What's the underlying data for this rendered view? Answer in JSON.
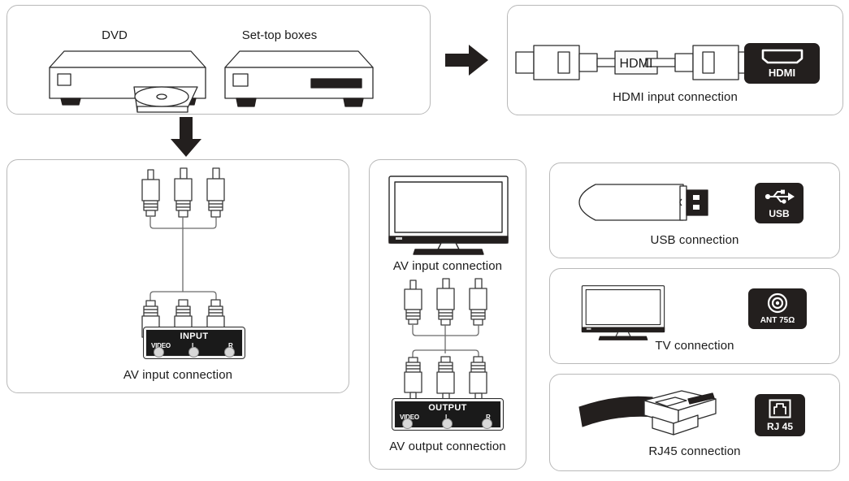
{
  "diagram": {
    "title": "AV / HDMI / USB / TV / RJ45 connection diagram",
    "colors": {
      "panel_border": "#b9b9b9",
      "badge_bg": "#231f1e",
      "ink": "#1b1b1b",
      "jack_panel_bg": "#1a1a1a"
    }
  },
  "sources_panel": {
    "devices": [
      {
        "name": "dvd",
        "label": "DVD"
      },
      {
        "name": "set-top-boxes",
        "label": "Set-top boxes"
      }
    ]
  },
  "hdmi_panel": {
    "cable_label": "HDMI",
    "badge": {
      "text": "HDMI",
      "icon": "hdmi-port-icon"
    },
    "caption": "HDMI input connection"
  },
  "av_input_panel": {
    "jack_panel": {
      "title": "INPUT",
      "jacks": [
        {
          "label": "VIDEO"
        },
        {
          "label": "L"
        },
        {
          "label": "R"
        }
      ]
    },
    "caption": "AV input connection"
  },
  "av_middle_panel": {
    "tv_caption": "AV input connection",
    "jack_panel": {
      "title": "OUTPUT",
      "jacks": [
        {
          "label": "VIDEO"
        },
        {
          "label": "L"
        },
        {
          "label": "R"
        }
      ]
    },
    "caption": "AV output connection"
  },
  "usb_panel": {
    "badge": {
      "text": "USB",
      "icon": "usb-trident-icon"
    },
    "caption": "USB connection"
  },
  "tv_panel": {
    "badge": {
      "text": "ANT  75Ω",
      "icon": "coax-antenna-icon"
    },
    "caption": "TV connection"
  },
  "rj45_panel": {
    "badge": {
      "text": "RJ 45",
      "icon": "rj45-port-icon"
    },
    "caption": "RJ45 connection"
  },
  "arrows": [
    {
      "name": "arrow-sources-to-hdmi",
      "direction": "right"
    },
    {
      "name": "arrow-sources-to-av",
      "direction": "down"
    }
  ]
}
